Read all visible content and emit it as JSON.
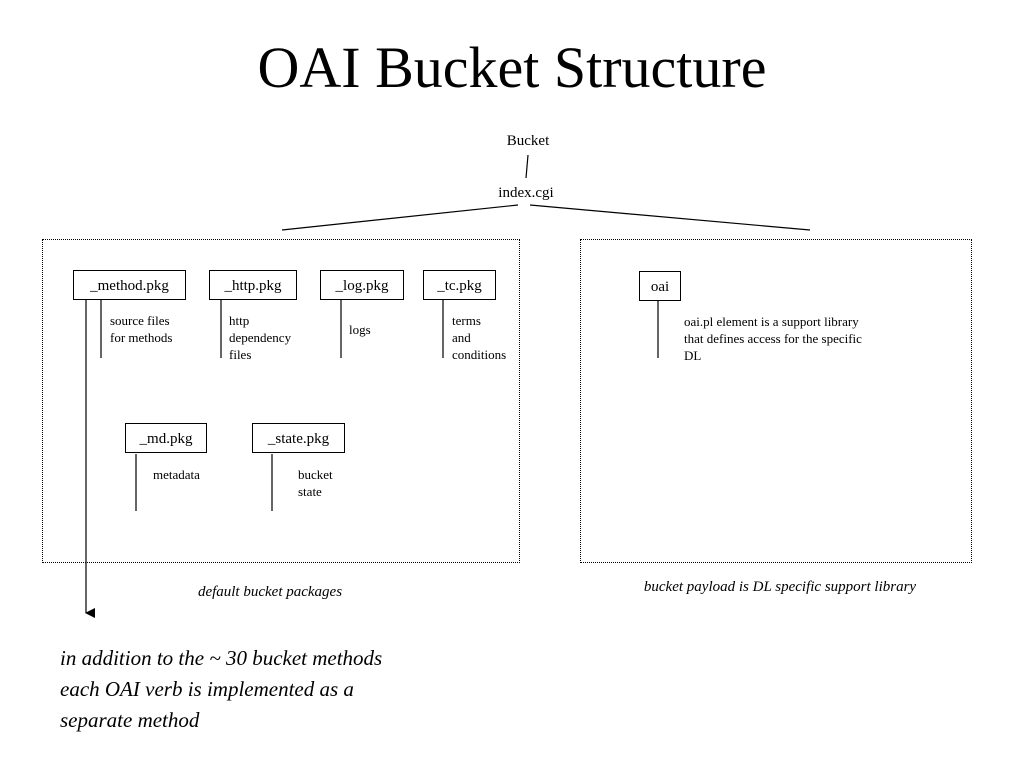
{
  "title": "OAI Bucket Structure",
  "root": "Bucket",
  "entry": "index.cgi",
  "left_group": {
    "caption": "default bucket packages",
    "packages": [
      {
        "label": "_method.pkg",
        "desc": [
          "source files",
          "for methods"
        ]
      },
      {
        "label": "_http.pkg",
        "desc": [
          "http",
          "dependency",
          "files"
        ]
      },
      {
        "label": "_log.pkg",
        "desc": [
          "logs"
        ]
      },
      {
        "label": "_tc.pkg",
        "desc": [
          "terms",
          "and",
          "conditions"
        ]
      },
      {
        "label": "_md.pkg",
        "desc": [
          "metadata"
        ]
      },
      {
        "label": "_state.pkg",
        "desc": [
          "bucket",
          "state"
        ]
      }
    ]
  },
  "right_group": {
    "caption": "bucket payload is DL specific support library",
    "package": {
      "label": "oai",
      "desc": [
        "oai.pl element is a support library",
        "that defines access for the specific",
        "DL"
      ]
    }
  },
  "note": [
    "in addition to the ~ 30 bucket methods",
    "each OAI verb is implemented as a",
    "separate method"
  ]
}
